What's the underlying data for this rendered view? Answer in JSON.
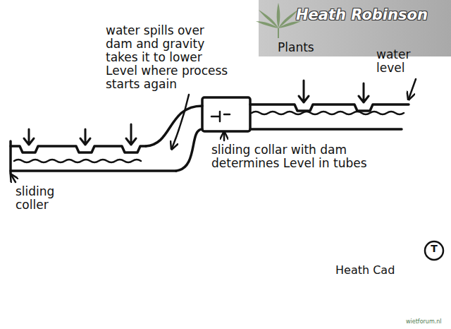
{
  "diagram": {
    "labels": [
      "water spills over dam and gravity takes it to lower Level where process starts again",
      "Heath Robinson",
      "Plants",
      "water level",
      "sliding coller",
      "sliding collar with dam determines Level in tubes",
      "T",
      "Heath Cad",
      "wietforum.nl"
    ]
  }
}
